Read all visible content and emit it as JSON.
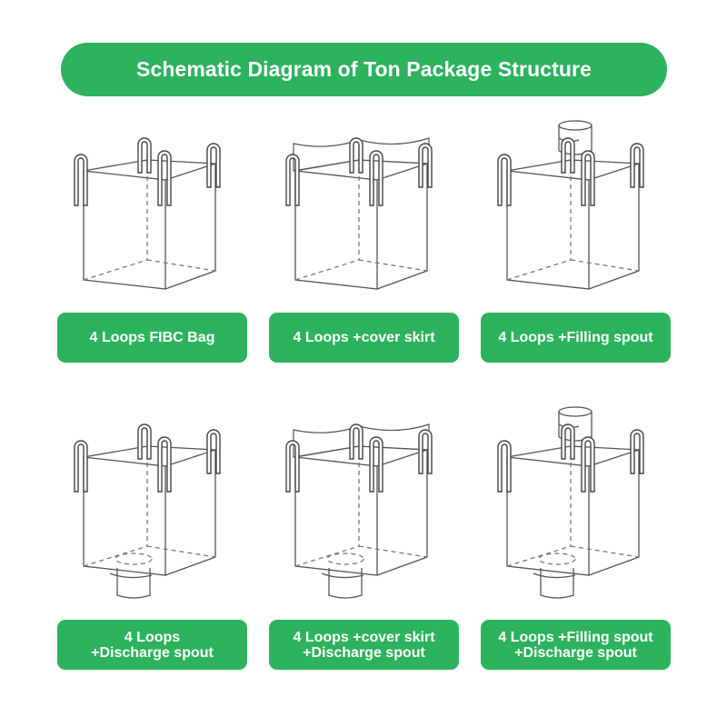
{
  "title": "Schematic Diagram of Ton Package Structure",
  "colors": {
    "accent": "#2db35e",
    "text_on_accent": "#ffffff",
    "line": "#555555"
  },
  "items": [
    {
      "lines": [
        "4 Loops FIBC Bag"
      ],
      "cover_skirt": false,
      "filling_spout": false,
      "discharge_spout": false
    },
    {
      "lines": [
        "4 Loops +cover skirt"
      ],
      "cover_skirt": true,
      "filling_spout": false,
      "discharge_spout": false
    },
    {
      "lines": [
        "4 Loops +Filling spout"
      ],
      "cover_skirt": false,
      "filling_spout": true,
      "discharge_spout": false
    },
    {
      "lines": [
        "4 Loops",
        "+Discharge spout"
      ],
      "cover_skirt": false,
      "filling_spout": false,
      "discharge_spout": true
    },
    {
      "lines": [
        "4 Loops +cover skirt",
        "+Discharge spout"
      ],
      "cover_skirt": true,
      "filling_spout": false,
      "discharge_spout": true
    },
    {
      "lines": [
        "4 Loops +Filling spout",
        "+Discharge spout"
      ],
      "cover_skirt": false,
      "filling_spout": true,
      "discharge_spout": true
    }
  ]
}
